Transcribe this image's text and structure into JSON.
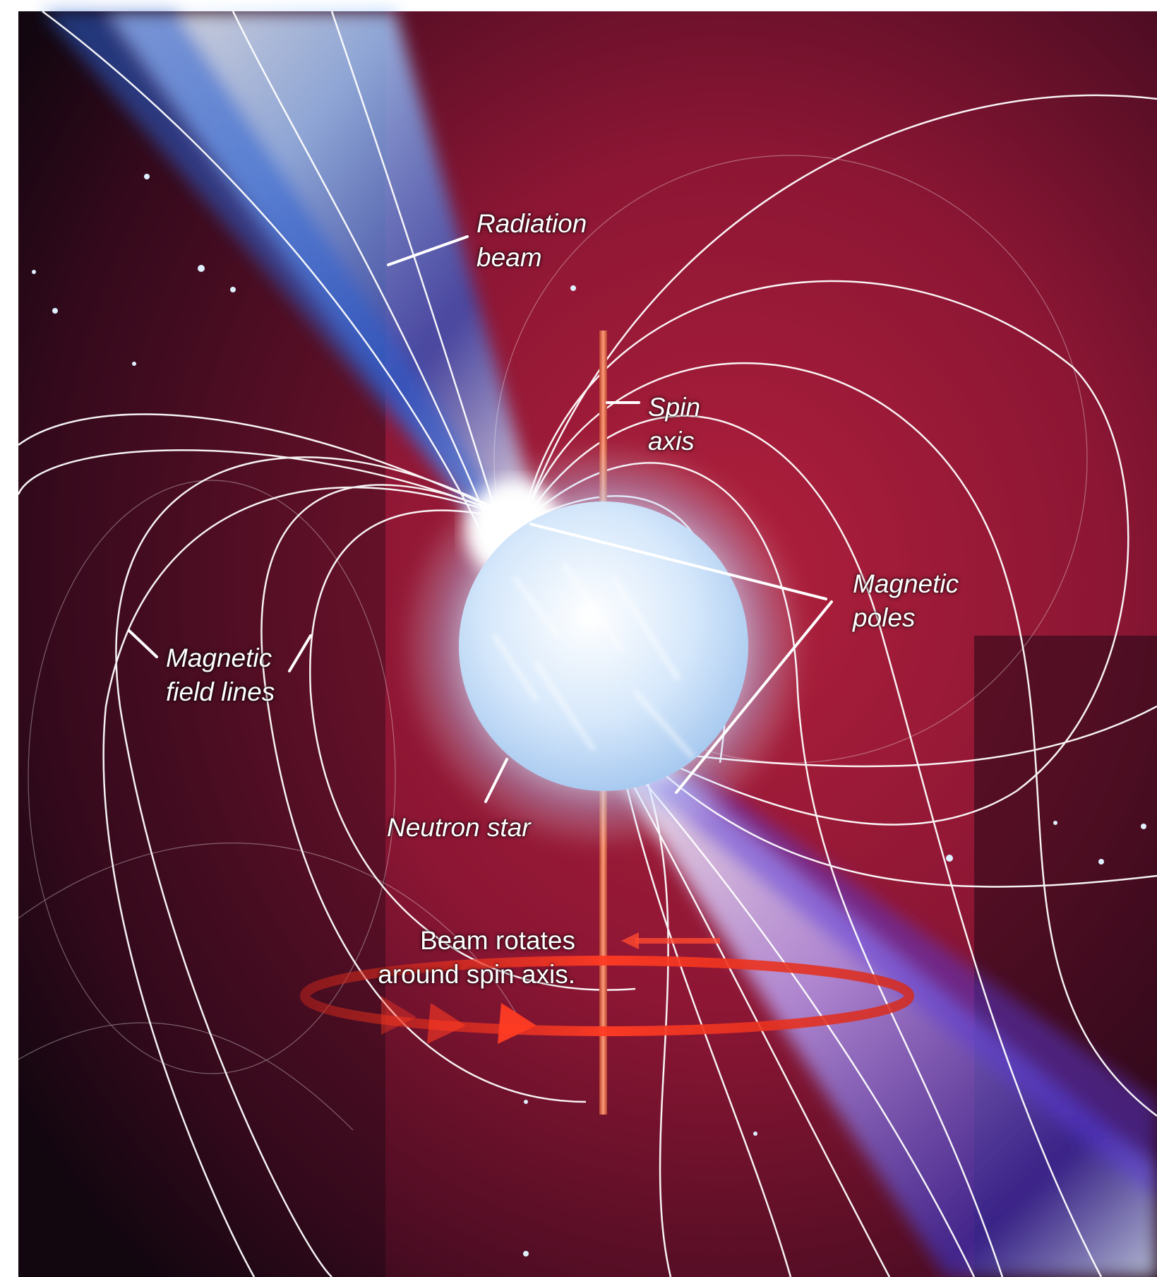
{
  "labels": {
    "radiation_beam": [
      "Radiation",
      "beam"
    ],
    "spin_axis": [
      "Spin",
      "axis"
    ],
    "magnetic_poles": [
      "Magnetic",
      "poles"
    ],
    "magnetic_field_lines": [
      "Magnetic",
      "field lines"
    ],
    "neutron_star": "Neutron star",
    "beam_rotates": [
      "Beam rotates",
      "around spin axis."
    ]
  },
  "colors": {
    "background_red": "#7a1030",
    "background_dark": "#120812",
    "beam_blue": "#2a5fc0",
    "star_white": "#eef6ff",
    "spin_axis": "#e06a4a",
    "rotation_arrow": "#e8321e",
    "field_lines": "#ffffff"
  }
}
